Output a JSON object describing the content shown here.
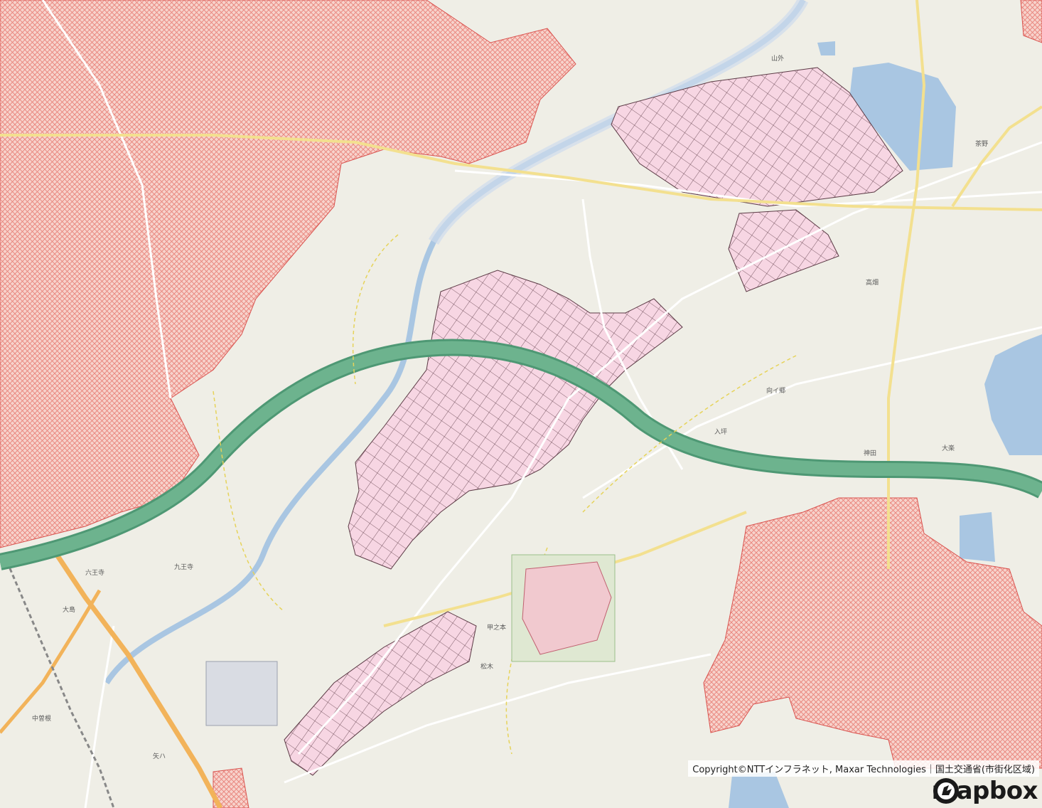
{
  "map": {
    "attribution": "Copyright©NTTインフラネット, Maxar Technologies｜国土交通省(市街化区域)",
    "logo_text": "mapbox",
    "colors": {
      "base": "#efeee6",
      "urban_hatch": "#e8827a",
      "urban_fill": "#f6c9c3",
      "parcel_fill": "#f7d6e3",
      "parcel_stroke": "#5b3a45",
      "expressway": "#6db38e",
      "water": "#a9c6e2",
      "national_road": "#f2b35a",
      "road": "#f6e7a2"
    },
    "labels": [
      "山外",
      "茶野",
      "大楽",
      "神田",
      "六王寺",
      "九王寺",
      "入坪",
      "向イ郷",
      "大島",
      "中曽根",
      "矢ハ",
      "松木",
      "高畑",
      "甲之本"
    ]
  }
}
